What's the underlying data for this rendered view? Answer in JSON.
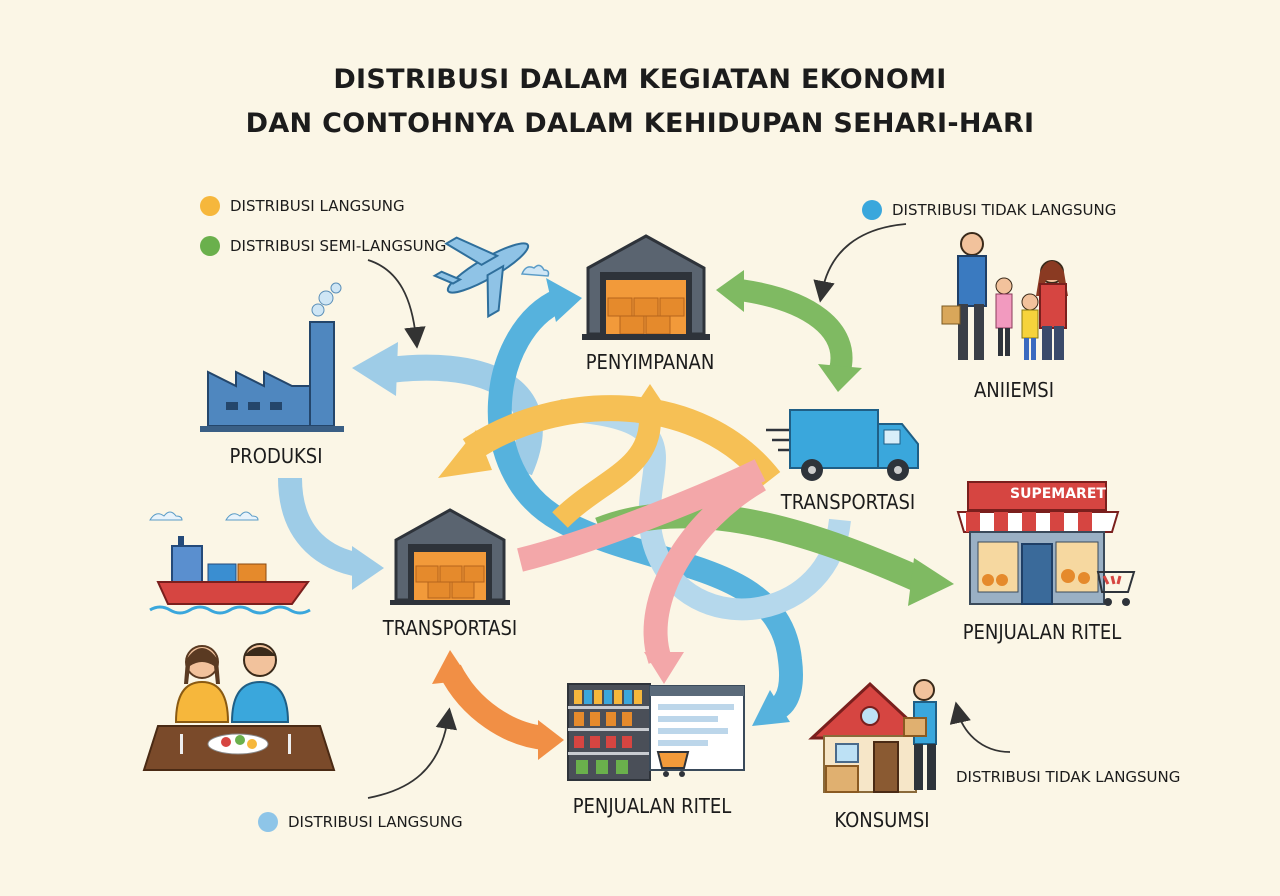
{
  "title": {
    "line1": "DISTRIBUSI DALAM KEGIATAN EKONOMI",
    "line2": "DAN CONTOHNYA DALAM KEHIDUPAN SEHARI-HARI"
  },
  "legend": [
    {
      "label": "DISTRIBUSI LANGSUNG",
      "color": "#f6b73c"
    },
    {
      "label": "DISTRIBUSI SEMI-LANGSUNG",
      "color": "#6ab04c"
    },
    {
      "label": "DISTRIBUSI TIDAK LANGSUNG",
      "color": "#3aa7dc"
    },
    {
      "label": "DISTRIBUSI LANGSUNG",
      "color": "#8ec5e8"
    }
  ],
  "annotation": {
    "label": "DISTRIBUSI TIDAK LANGSUNG"
  },
  "nodes": {
    "penyimpanan": "PENYIMPANAN",
    "produksi": "PRODUKSI",
    "transportasi_center": "TRANSPORTASI",
    "transportasi_right": "TRANSPORTASI",
    "penjualan_ritel_bottom": "PENJUALAN RITEL",
    "penjualan_ritel_right": "PENJUALAN RITEL",
    "konsumsi": "KONSUMSI",
    "family": "ANIIEMSI"
  },
  "store_sign": "SUPEMARET",
  "icons": [
    "airplane-icon",
    "factory-icon",
    "warehouse-icon",
    "truck-icon",
    "ship-icon",
    "family-icon",
    "supermarket-icon",
    "dining-couple-icon",
    "retail-shelf-icon",
    "house-icon",
    "cloud-icon"
  ],
  "colors": {
    "background": "#fbf6e6",
    "yellow": "#f6b73c",
    "green": "#6ab04c",
    "blue": "#3aa7dc",
    "light_blue": "#8ec5e8",
    "orange": "#f07e2a",
    "pink": "#f29a9f"
  }
}
